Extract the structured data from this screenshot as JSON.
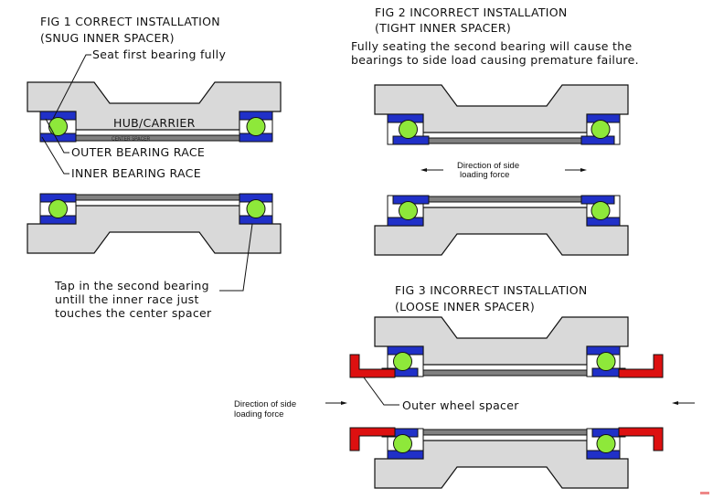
{
  "colors": {
    "hub": "#d9d9d9",
    "race": "#2030c8",
    "ball": "#8ee83a",
    "spacer": "#808080",
    "wheel_spacer": "#dd1010",
    "outline": "#111111"
  },
  "fig1": {
    "title": "FIG 1  CORRECT INSTALLATION",
    "subtitle": "(SNUG INNER SPACER)",
    "seat_note": "Seat first bearing fully",
    "hub_label": "HUB/CARRIER",
    "center_spacer_label": "CENTER SPACER",
    "outer_race_label": "OUTER  BEARING  RACE",
    "inner_race_label": "INNER  BEARING  RACE",
    "tap_note": [
      "Tap in the second bearing",
      "untill the inner race just",
      "touches the center spacer"
    ]
  },
  "fig2": {
    "title": "FIG 2  INCORRECT INSTALLATION",
    "subtitle": "(TIGHT INNER SPACER)",
    "note": [
      "Fully seating the second bearing will cause the",
      "bearings to side load causing premature failure."
    ],
    "force_label": [
      "Direction of side",
      "loading force"
    ]
  },
  "fig3": {
    "title": "FIG 3  INCORRECT INSTALLATION",
    "subtitle": "(LOOSE INNER SPACER)",
    "spacer_label": "Outer wheel spacer",
    "force_label": [
      "Direction of side",
      "loading force"
    ]
  }
}
